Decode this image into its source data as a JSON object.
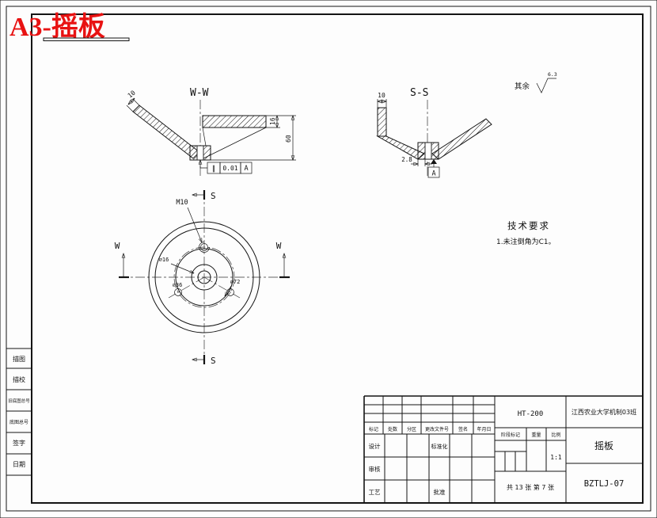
{
  "sheet": {
    "annotation": "A3-摇板"
  },
  "roughness": {
    "prefix": "其余",
    "value": "6.3"
  },
  "section_ww": {
    "label": "W-W",
    "dim_thickness": "10",
    "dim_rim": "16",
    "dim_height": "60",
    "tol_symbol": "∥",
    "tol_value": "0.01",
    "tol_datum": "A"
  },
  "section_ss": {
    "label": "S-S",
    "dim_thickness": "10",
    "dim_wall": "2.8",
    "datum": "A"
  },
  "plan": {
    "w_label": "W",
    "s_label": "S",
    "thread_label": "M10",
    "bore_label": "∅16",
    "bolt_label": "∅36",
    "inner_label": "∅72"
  },
  "tech": {
    "title": "技术要求",
    "item1": "1.未注倒角为C1。"
  },
  "strip": {
    "r1": "描图",
    "r2": "描校",
    "r3": "旧底图总号",
    "r4": "底图总号",
    "r5": "签字",
    "r6": "日期"
  },
  "tb": {
    "material": "HT-200",
    "org": "江西农业大学机制03班",
    "part": "摇板",
    "no": "BZTLJ-07",
    "sheets": "共 13 张 第 7 张",
    "h_mark": "标记",
    "h_count": "处数",
    "h_zone": "分区",
    "h_file": "更改文件号",
    "h_sign": "签名",
    "h_date": "年月日",
    "design": "设计",
    "check": "审核",
    "process": "工艺",
    "standard": "标准化",
    "approve": "批准",
    "stage": "阶段标记",
    "weight": "重量",
    "scale_lbl": "比例",
    "scale_val": "1:1"
  }
}
